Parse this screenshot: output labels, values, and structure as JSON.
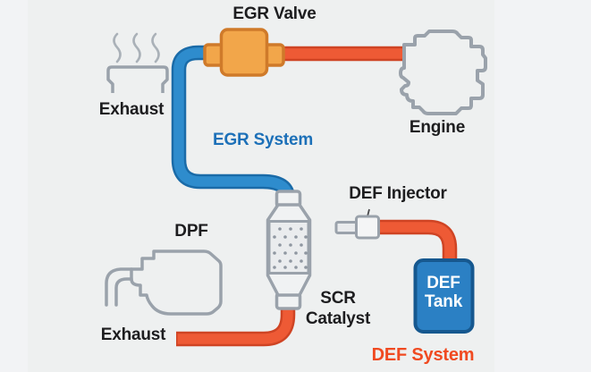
{
  "labels": {
    "egr_valve": "EGR Valve",
    "exhaust_top": "Exhaust",
    "egr_system": "EGR System",
    "engine": "Engine",
    "dpf": "DPF",
    "scr_line1": "SCR",
    "scr_line2": "Catalyst",
    "def_injector": "DEF Injector",
    "exhaust_bottom": "Exhaust",
    "def_tank_line1": "DEF",
    "def_tank_line2": "Tank",
    "def_system": "DEF System"
  },
  "colors": {
    "background_margin": "#f2f3f5",
    "background_diagram": "#eef0f0",
    "egr_pipe_fill": "#2e8ccd",
    "egr_pipe_border": "#1a6ba8",
    "exhaust_pipe_fill": "#ee5a35",
    "exhaust_pipe_border": "#cf4424",
    "egr_valve_fill": "#f2a64a",
    "egr_valve_border": "#cf7a2a",
    "def_tank_fill": "#2b80c4",
    "def_tank_border": "#16588f",
    "def_tank_text": "#ffffff",
    "icon_outline": "#9aa2ab",
    "icon_fill": "#f0f2f3",
    "dot_color": "#8f97a1",
    "egr_system_label": "#1c70b8",
    "def_system_label": "#f04a21",
    "label_text": "#1d1d1f"
  },
  "icons": [
    "exhaust-outlet-icon",
    "egr-valve-icon",
    "engine-icon",
    "dpf-icon",
    "scr-catalyst-icon",
    "def-injector-icon",
    "def-tank-icon"
  ]
}
